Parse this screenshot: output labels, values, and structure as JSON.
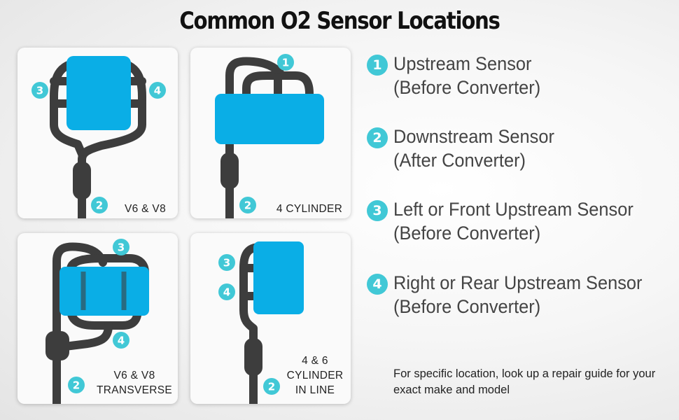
{
  "title": "Common O2 Sensor Locations",
  "panels": [
    {
      "label_lines": [
        "V6 & V8"
      ],
      "badges": [
        "3",
        "4",
        "2"
      ]
    },
    {
      "label_lines": [
        "4 CYLINDER"
      ],
      "badges": [
        "1",
        "2"
      ]
    },
    {
      "label_lines": [
        "V6 & V8",
        "TRANSVERSE"
      ],
      "badges": [
        "3",
        "4",
        "2"
      ]
    },
    {
      "label_lines": [
        "4 & 6",
        "CYLINDER",
        "IN LINE"
      ],
      "badges": [
        "3",
        "4",
        "2"
      ]
    }
  ],
  "legend": [
    {
      "number": "1",
      "line1": "Upstream Sensor",
      "line2": "(Before Converter)"
    },
    {
      "number": "2",
      "line1": "Downstream Sensor",
      "line2": "(After Converter)"
    },
    {
      "number": "3",
      "line1": "Left or Front Upstream Sensor",
      "line2": "(Before Converter)"
    },
    {
      "number": "4",
      "line1": "Right or Rear Upstream Sensor",
      "line2": "(Before Converter)"
    }
  ],
  "note": "For specific location, look up a repair guide for your exact make and model",
  "colors": {
    "engine_block": "#0aaee6",
    "pipe": "#3d3d3d",
    "badge": "#41c8d6",
    "panel": "#fafafa"
  }
}
